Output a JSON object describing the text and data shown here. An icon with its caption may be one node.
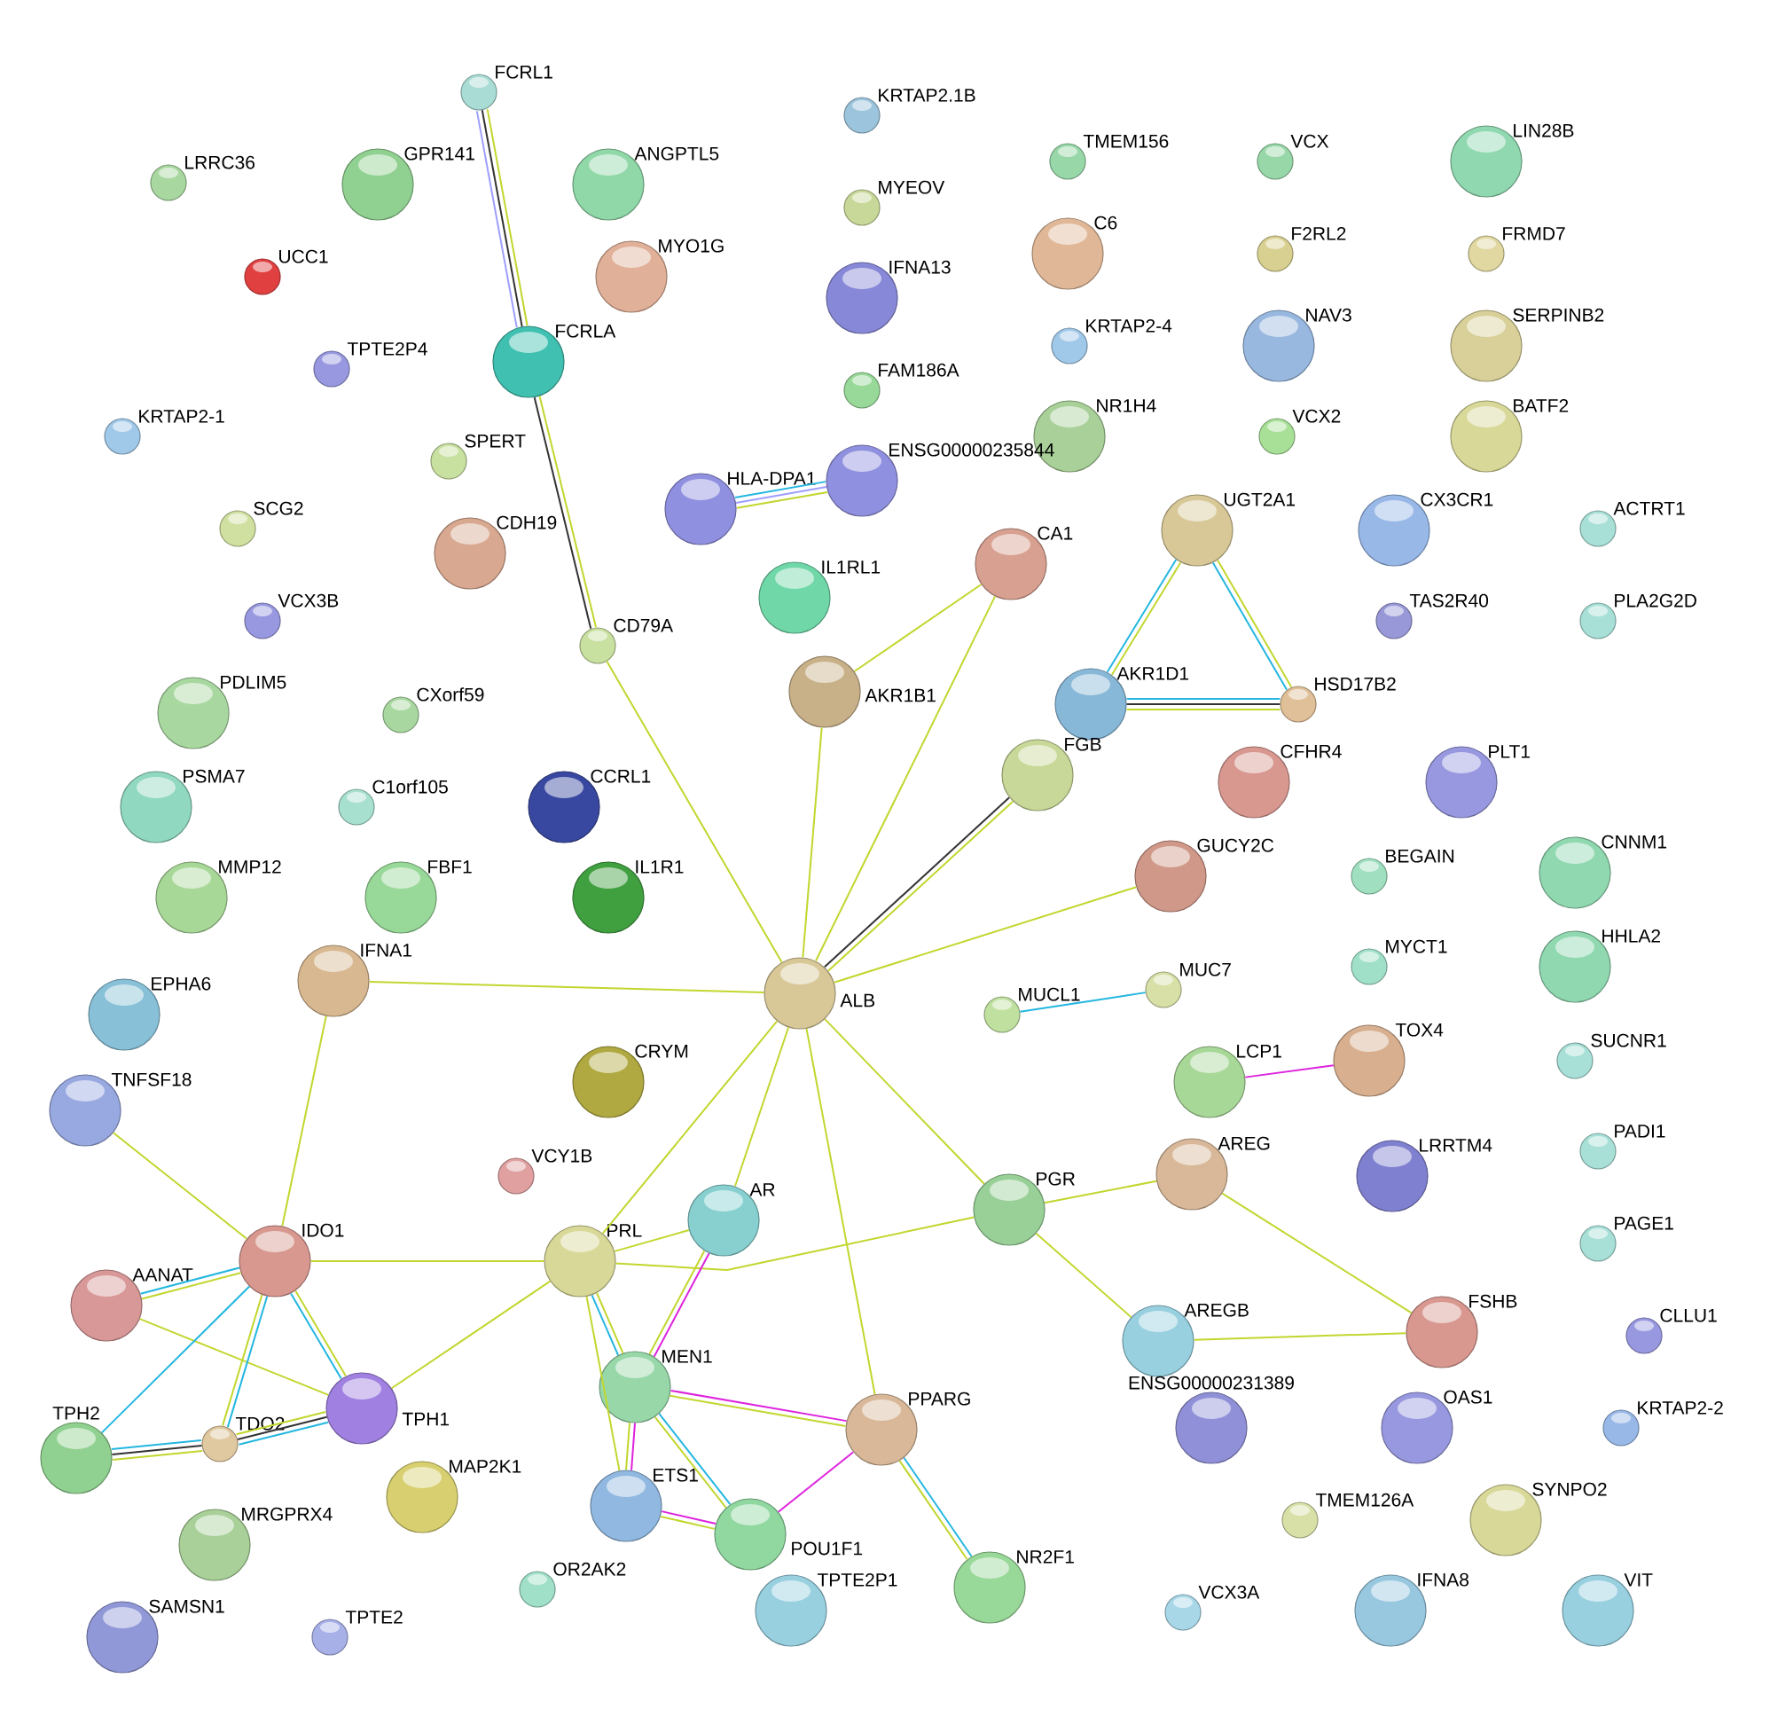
{
  "diagram": {
    "nodes": [
      {
        "text": [
          "FCRL1"
        ]
      },
      {
        "text": [
          "KRTAP2.1B"
        ]
      },
      {
        "text": [
          "GPR141"
        ]
      },
      {
        "text": [
          "ANGPTL5"
        ]
      },
      {
        "text": [
          "LIN28B"
        ]
      },
      {
        "text": [
          "LRRC36"
        ]
      },
      {
        "text": [
          "TMEM156"
        ]
      },
      {
        "text": [
          "VCX"
        ]
      },
      {
        "text": [
          "MYEOV"
        ]
      },
      {
        "text": [
          "C6"
        ]
      },
      {
        "text": [
          "F2RL2"
        ]
      },
      {
        "text": [
          "FRMD7"
        ]
      },
      {
        "text": [
          "MYO1G"
        ]
      },
      {
        "text": [
          "UCC1"
        ]
      },
      {
        "text": [
          "IFNA13"
        ]
      },
      {
        "text": [
          "NAV3"
        ]
      },
      {
        "text": [
          "SERPINB2"
        ]
      },
      {
        "text": [
          "FCRLA"
        ]
      },
      {
        "text": [
          "TPTE2P4"
        ]
      },
      {
        "text": [
          "KRTAP2-4"
        ]
      },
      {
        "text": [
          "FAM186A"
        ]
      },
      {
        "text": [
          "KRTAP2-1"
        ]
      },
      {
        "text": [
          "NR1H4"
        ]
      },
      {
        "text": [
          "VCX2"
        ]
      },
      {
        "text": [
          "BATF2"
        ]
      },
      {
        "text": [
          "SPERT"
        ]
      },
      {
        "text": [
          "HLA-DPA1"
        ]
      },
      {
        "text": [
          "ENSG00000235844"
        ]
      },
      {
        "text": [
          "UGT2A1"
        ]
      },
      {
        "text": [
          "CX3CR1"
        ]
      },
      {
        "text": [
          "SCG2"
        ]
      },
      {
        "text": [
          "CDH19"
        ]
      },
      {
        "text": [
          "ACTRT1"
        ]
      },
      {
        "text": [
          "CA1"
        ]
      },
      {
        "text": [
          "IL1RL1"
        ]
      },
      {
        "text": [
          "CD79A"
        ]
      },
      {
        "text": [
          "VCX3B"
        ]
      },
      {
        "text": [
          "TAS2R40"
        ]
      },
      {
        "text": [
          "PLA2G2D"
        ]
      },
      {
        "text": [
          "AKR1B1"
        ]
      },
      {
        "text": [
          "AKR1D1"
        ]
      },
      {
        "text": [
          "HSD17B2"
        ]
      },
      {
        "text": [
          "PDLIM5"
        ]
      },
      {
        "text": [
          "CXorf59"
        ]
      },
      {
        "text": [
          "FGB"
        ]
      },
      {
        "text": [
          "CFHR4"
        ]
      },
      {
        "text": [
          "PLT1"
        ]
      },
      {
        "text": [
          "PSMA7"
        ]
      },
      {
        "text": [
          "C1orf105"
        ]
      },
      {
        "text": [
          "CCRL1"
        ]
      },
      {
        "text": [
          "GUCY2C"
        ]
      },
      {
        "text": [
          "BEGAIN"
        ]
      },
      {
        "text": [
          "CNNM1"
        ]
      },
      {
        "text": [
          "MMP12"
        ]
      },
      {
        "text": [
          "FBF1"
        ]
      },
      {
        "text": [
          "IL1R1"
        ]
      },
      {
        "text": [
          "IFNA1"
        ]
      },
      {
        "text": [
          "ALB"
        ]
      },
      {
        "text": [
          "MYCT1"
        ]
      },
      {
        "text": [
          "HHLA2"
        ]
      },
      {
        "text": [
          "EPHA6"
        ]
      },
      {
        "text": [
          "MUCL1"
        ]
      },
      {
        "text": [
          "MUC7"
        ]
      },
      {
        "text": [
          "SUCNR1"
        ]
      },
      {
        "text": [
          "LCP1"
        ]
      },
      {
        "text": [
          "TOX4"
        ]
      },
      {
        "text": [
          "CRYM"
        ]
      },
      {
        "text": [
          "TNFSF18"
        ]
      },
      {
        "text": [
          "PADI1"
        ]
      },
      {
        "text": [
          "AREG"
        ]
      },
      {
        "text": [
          "VCY1B"
        ]
      },
      {
        "text": [
          "LRRTM4"
        ]
      },
      {
        "text": [
          "AR"
        ]
      },
      {
        "text": [
          "PGR"
        ]
      },
      {
        "text": [
          "PAGE1"
        ]
      },
      {
        "text": [
          "IDO1"
        ]
      },
      {
        "text": [
          "PRL"
        ]
      },
      {
        "text": [
          "AANAT"
        ]
      },
      {
        "text": [
          "AREGB"
        ]
      },
      {
        "text": [
          "FSHB"
        ]
      },
      {
        "text": [
          "CLLU1"
        ]
      },
      {
        "text": [
          "MEN1"
        ]
      },
      {
        "text": [
          "TPH1"
        ]
      },
      {
        "text": [
          "ENSG00000231389"
        ]
      },
      {
        "text": [
          "OAS1"
        ]
      },
      {
        "text": [
          "PPARG"
        ]
      },
      {
        "text": [
          "KRTAP2-2"
        ]
      },
      {
        "text": [
          "TPH2"
        ]
      },
      {
        "text": [
          "TDO2"
        ]
      },
      {
        "text": [
          "MAP2K1"
        ]
      },
      {
        "text": [
          "ETS1"
        ]
      },
      {
        "text": [
          "TMEM126A"
        ]
      },
      {
        "text": [
          "SYNPO2"
        ]
      },
      {
        "text": [
          "POU1F1"
        ]
      },
      {
        "text": [
          "MRGPRX4"
        ]
      },
      {
        "text": [
          "NR2F1"
        ]
      },
      {
        "text": [
          "OR2AK2"
        ]
      },
      {
        "text": [
          "TPTE2P1"
        ]
      },
      {
        "text": [
          "VCX3A"
        ]
      },
      {
        "text": [
          "IFNA8"
        ]
      },
      {
        "text": [
          "VIT"
        ]
      },
      {
        "text": [
          "SAMSN1"
        ]
      },
      {
        "text": [
          "TPTE2"
        ]
      }
    ],
    "edges": [
      {
        "from": 0,
        "to": 17,
        "arrow": "none"
      },
      {
        "from": 0,
        "to": 17,
        "arrow": "none",
        "color": "#333333"
      },
      {
        "from": 0,
        "to": 17,
        "arrow": "none",
        "color": "#9e9eff"
      },
      {
        "from": 17,
        "to": 35,
        "arrow": "none"
      },
      {
        "from": 17,
        "to": 35,
        "arrow": "none",
        "color": "#333333"
      },
      {
        "from": 35,
        "to": 57,
        "arrow": "none"
      },
      {
        "from": 26,
        "to": 27,
        "arrow": "none",
        "color": "#24b6e0"
      },
      {
        "from": 26,
        "to": 27,
        "arrow": "none",
        "color": "#9e9eff"
      },
      {
        "from": 26,
        "to": 27,
        "arrow": "none"
      },
      {
        "from": 39,
        "to": 33,
        "arrow": "none"
      },
      {
        "from": 39,
        "to": 57,
        "arrow": "none"
      },
      {
        "from": 33,
        "to": 57,
        "arrow": "none"
      },
      {
        "from": 28,
        "to": 40,
        "arrow": "none"
      },
      {
        "from": 28,
        "to": 40,
        "arrow": "none",
        "color": "#24b6e0"
      },
      {
        "from": 28,
        "to": 41,
        "arrow": "none"
      },
      {
        "from": 28,
        "to": 41,
        "arrow": "none",
        "color": "#24b6e0"
      },
      {
        "from": 40,
        "to": 41,
        "arrow": "none",
        "color": "#24b6e0"
      },
      {
        "from": 40,
        "to": 41,
        "arrow": "none",
        "color": "#333333"
      },
      {
        "from": 40,
        "to": 41,
        "arrow": "none"
      },
      {
        "from": 44,
        "to": 57,
        "arrow": "none"
      },
      {
        "from": 44,
        "to": 57,
        "arrow": "none",
        "color": "#333333"
      },
      {
        "from": 50,
        "to": 57,
        "arrow": "none"
      },
      {
        "from": 56,
        "to": 57,
        "arrow": "none"
      },
      {
        "from": 56,
        "to": 75,
        "arrow": "none"
      },
      {
        "from": 57,
        "to": 76,
        "arrow": "none"
      },
      {
        "from": 57,
        "to": 72,
        "arrow": "none"
      },
      {
        "from": 57,
        "to": 85,
        "arrow": "none"
      },
      {
        "from": 57,
        "to": 73,
        "arrow": "none"
      },
      {
        "from": 61,
        "to": 62,
        "arrow": "none",
        "color": "#24b6e0"
      },
      {
        "from": 64,
        "to": 65,
        "arrow": "none",
        "color": "#dd22dd"
      },
      {
        "from": 73,
        "to": 69,
        "arrow": "none"
      },
      {
        "from": 73,
        "to": 78,
        "arrow": "none"
      },
      {
        "from": 69,
        "to": 79,
        "arrow": "none"
      },
      {
        "from": 78,
        "to": 79,
        "arrow": "none"
      },
      {
        "from": 76,
        "to": 72,
        "arrow": "none"
      },
      {
        "from": 76,
        "to": 73,
        "arrow": "none"
      },
      {
        "from": 75,
        "to": 76,
        "arrow": "none"
      },
      {
        "from": 82,
        "to": 76,
        "arrow": "none"
      },
      {
        "from": 67,
        "to": 75,
        "arrow": "none"
      },
      {
        "from": 77,
        "to": 75,
        "arrow": "none"
      },
      {
        "from": 77,
        "to": 75,
        "arrow": "none",
        "color": "#24b6e0"
      },
      {
        "from": 77,
        "to": 82,
        "arrow": "none"
      },
      {
        "from": 75,
        "to": 87,
        "arrow": "none",
        "color": "#24b6e0"
      },
      {
        "from": 75,
        "to": 88,
        "arrow": "none",
        "color": "#24b6e0"
      },
      {
        "from": 75,
        "to": 88,
        "arrow": "none"
      },
      {
        "from": 75,
        "to": 82,
        "arrow": "none"
      },
      {
        "from": 75,
        "to": 82,
        "arrow": "none",
        "color": "#24b6e0"
      },
      {
        "from": 87,
        "to": 88,
        "arrow": "none",
        "color": "#24b6e0"
      },
      {
        "from": 87,
        "to": 88,
        "arrow": "none",
        "color": "#333333"
      },
      {
        "from": 87,
        "to": 88,
        "arrow": "none"
      },
      {
        "from": 88,
        "to": 82,
        "arrow": "none",
        "color": "#24b6e0"
      },
      {
        "from": 88,
        "to": 82,
        "arrow": "none",
        "color": "#333333"
      },
      {
        "from": 88,
        "to": 82,
        "arrow": "none"
      },
      {
        "from": 76,
        "to": 90,
        "arrow": "none"
      },
      {
        "from": 76,
        "to": 81,
        "arrow": "none"
      },
      {
        "from": 76,
        "to": 81,
        "arrow": "none",
        "color": "#24b6e0"
      },
      {
        "from": 81,
        "to": 93,
        "arrow": "none",
        "color": "#24b6e0"
      },
      {
        "from": 81,
        "to": 93,
        "arrow": "none"
      },
      {
        "from": 72,
        "to": 81,
        "arrow": "none",
        "color": "#dd22dd"
      },
      {
        "from": 72,
        "to": 81,
        "arrow": "none"
      },
      {
        "from": 81,
        "to": 85,
        "arrow": "none",
        "color": "#dd22dd"
      },
      {
        "from": 81,
        "to": 85,
        "arrow": "none"
      },
      {
        "from": 81,
        "to": 90,
        "arrow": "none",
        "color": "#dd22dd"
      },
      {
        "from": 81,
        "to": 90,
        "arrow": "none"
      },
      {
        "from": 90,
        "to": 93,
        "arrow": "none",
        "color": "#dd22dd"
      },
      {
        "from": 90,
        "to": 93,
        "arrow": "none"
      },
      {
        "from": 93,
        "to": 85,
        "arrow": "none",
        "color": "#dd22dd"
      },
      {
        "from": 85,
        "to": 95,
        "arrow": "none",
        "color": "#24b6e0"
      },
      {
        "from": 85,
        "to": 95,
        "arrow": "none"
      }
    ]
  }
}
